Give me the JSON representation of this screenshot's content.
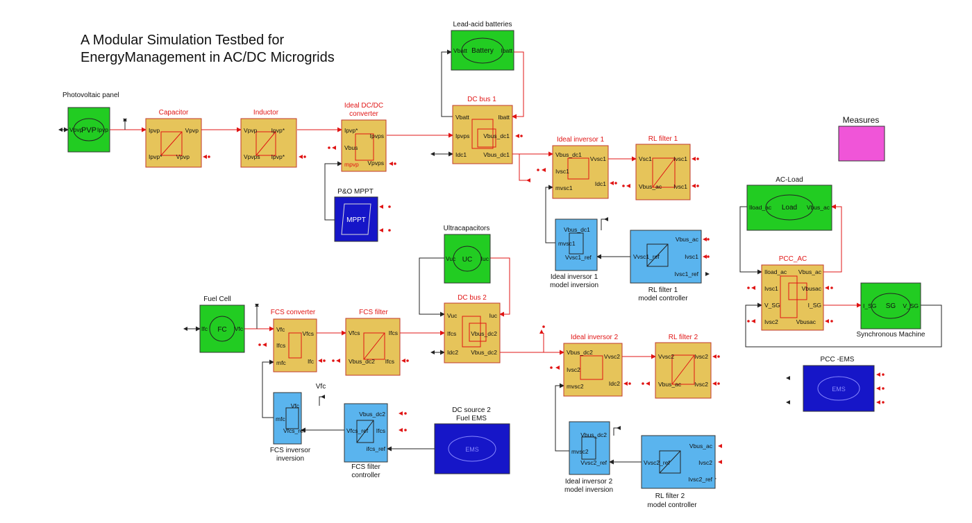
{
  "title_lines": [
    "A Modular Simulation Testbed for",
    "EnergyManagement in AC/DC Microgrids"
  ],
  "colors": {
    "source_block": "#22cc22",
    "subsystem_block": "#e6c45a",
    "controller_block": "#5ab4ee",
    "ems_block": "#1616c8",
    "measures_block": "#f055d8",
    "signal_line": "#e01414",
    "control_line": "#222222",
    "label_red": "#e01414"
  },
  "blocks": {
    "pv": {
      "label": "Photovoltaic panel",
      "center": "PVP",
      "ports_in": [
        "Vpvp"
      ],
      "ports_out": [
        "Ipvp"
      ]
    },
    "capacitor": {
      "label": "Capacitor",
      "ports_in": [
        "Ipvp",
        "Ipvp*"
      ],
      "ports_out": [
        "Vpvp",
        "Vpvp"
      ]
    },
    "inductor": {
      "label": "Inductor",
      "ports_in": [
        "Vpvp",
        "Vpvps"
      ],
      "ports_out": [
        "Ipvp*",
        "Ipvp*"
      ]
    },
    "dcdc": {
      "label_lines": [
        "Ideal DC/DC",
        "converter"
      ],
      "ports_in": [
        "Ipvp*",
        "Vbus",
        "mpvp"
      ],
      "ports_out": [
        "Ipvps",
        "Vpvps"
      ]
    },
    "mppt": {
      "label": "P&O MPPT",
      "center": "MPPT"
    },
    "battery": {
      "label": "Lead-acid batteries",
      "ports_in": [
        "Vbatt"
      ],
      "center": "Battery",
      "ports_out": [
        "Ibatt"
      ]
    },
    "dcbus1": {
      "label": "DC bus 1",
      "ports_in": [
        "Vbatt",
        "Ipvps",
        "Idc1"
      ],
      "ports_out": [
        "Ibatt",
        "Vbus_dc1",
        "Vbus_dc1"
      ]
    },
    "inv1": {
      "label": "Ideal inversor 1",
      "ports_in": [
        "Vbus_dc1",
        "Ivsc1",
        "mvsc1"
      ],
      "ports_out": [
        "Vvsc1",
        "Idc1"
      ]
    },
    "rl1": {
      "label": "RL filter 1",
      "ports_in": [
        "Vsc1",
        "Vbus_ac"
      ],
      "ports_out": [
        "Ivsc1",
        "Ivsc1"
      ]
    },
    "inv1_inversion": {
      "label_lines": [
        "Ideal inversor 1",
        "model inversion"
      ],
      "ports_in": [
        "Vbus_dc1",
        "mvsc1",
        "Vvsc1_ref"
      ]
    },
    "rl1_ctrl": {
      "label_lines": [
        "RL filter 1",
        "model controller"
      ],
      "ports_in": [
        "Vvsc1_ref"
      ],
      "ports_out": [
        "Vbus_ac",
        "Ivsc1",
        "Ivsc1_ref"
      ]
    },
    "measures": {
      "label": "Measures"
    },
    "acload": {
      "label": "AC-Load",
      "ports_in": [
        "Iload_ac"
      ],
      "center": "Load",
      "ports_out": [
        "Vbus_ac"
      ]
    },
    "pccac": {
      "label": "PCC_AC",
      "ports_in": [
        "Iload_ac",
        "Ivsc1",
        "V_SG",
        "Ivsc2"
      ],
      "ports_out": [
        "Vbus_ac",
        "Vbusac",
        "I_SG",
        "Vbusac"
      ]
    },
    "sm": {
      "label": "Synchronous Machine",
      "ports_in": [
        "I_SG"
      ],
      "center": "SG",
      "ports_out": [
        "V_SG"
      ]
    },
    "pccems": {
      "label": "PCC -EMS",
      "center": "EMS"
    },
    "uc": {
      "label": "Ultracapacitors",
      "ports_in": [
        "Vuc"
      ],
      "center": "UC",
      "ports_out": [
        "Iuc"
      ]
    },
    "fc": {
      "label": "Fuel Cell",
      "ports_in": [
        "Ifc"
      ],
      "center": "FC",
      "ports_out": [
        "Vfc"
      ]
    },
    "fcs_conv": {
      "label": "FCS converter",
      "ports_in": [
        "Vfc",
        "Ifcs",
        "mfc"
      ],
      "ports_out": [
        "Vfcs",
        "Ifc"
      ]
    },
    "fcs_filter": {
      "label": "FCS filter",
      "ports_in": [
        "Vfcs",
        "Vbus_dc2"
      ],
      "ports_out": [
        "Ifcs",
        "Ifcs"
      ]
    },
    "dcbus2": {
      "label": "DC bus 2",
      "ports_in": [
        "Vuc",
        "Ifcs",
        "Idc2"
      ],
      "ports_out": [
        "Iuc",
        "Vbus_dc2",
        "Vbus_dc2"
      ]
    },
    "inv2": {
      "label": "Ideal inversor 2",
      "ports_in": [
        "Vbus_dc2",
        "Ivsc2",
        "mvsc2"
      ],
      "ports_out": [
        "Vvsc2",
        "Idc2"
      ]
    },
    "rl2": {
      "label": "RL filter 2",
      "ports_in": [
        "Vvsc2",
        "Vbus_ac"
      ],
      "ports_out": [
        "Ivsc2",
        "Ivsc2"
      ]
    },
    "fcs_inv_inversion": {
      "label_lines": [
        "FCS inversor",
        "inversion"
      ],
      "ports_in": [
        "mfc",
        "Vfcs_ref"
      ],
      "ports_out": [
        "Vfc"
      ],
      "top_label": "Vfc"
    },
    "fcs_filter_ctrl": {
      "label_lines": [
        "FCS filter",
        "controller"
      ],
      "ports_in": [
        "Vfcs_ref",
        "ifcs_ref"
      ],
      "ports_out": [
        "Vbus_dc2",
        "Ifcs"
      ]
    },
    "fuel_ems": {
      "label_lines": [
        "DC source 2",
        "Fuel EMS"
      ],
      "center": "EMS"
    },
    "inv2_inversion": {
      "label_lines": [
        "Ideal inversor 2",
        "model inversion"
      ],
      "ports_in": [
        "Vbus_dc2",
        "mvsc2",
        "Vvsc2_ref"
      ]
    },
    "rl2_ctrl": {
      "label_lines": [
        "RL filter 2",
        "model controller"
      ],
      "ports_in": [
        "Vvsc2_ref"
      ],
      "ports_out": [
        "Vbus_ac",
        "Ivsc2",
        "Ivsc2_ref"
      ]
    }
  }
}
